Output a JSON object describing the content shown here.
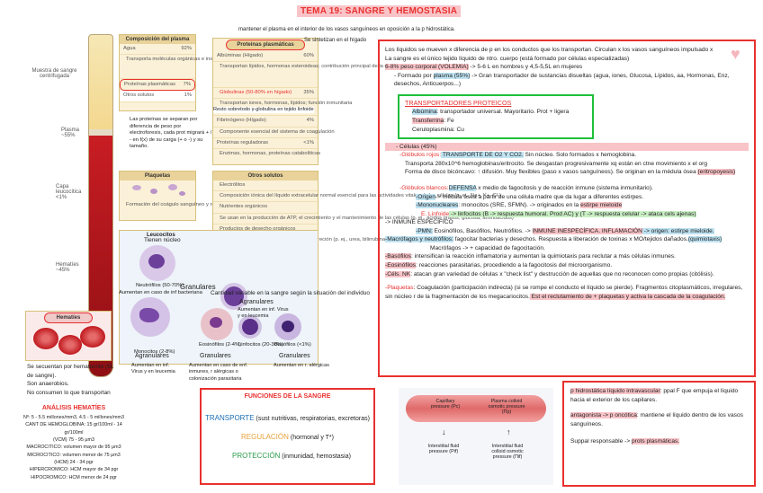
{
  "title": "TEMA 19: SANGRE Y HEMOSTASIA",
  "figure": {
    "tube_label": "Muestra de sangre centrifugada",
    "plasma_label": "Plasma ~55%",
    "capa_label": "Capa leucocítica <1%",
    "hematies_label": "Hematíes ~45%",
    "plasma_table": {
      "header": "Composición del plasma",
      "rows": [
        {
          "name": "Agua",
          "value": "92%"
        },
        {
          "name": "Transporta moléculas orgánicas e inorgánicas, células, plaquetas y calor",
          "value": ""
        },
        {
          "name": "Proteínas plasmáticas",
          "value": "7%"
        },
        {
          "name": "Otros solutos",
          "value": "1%"
        }
      ]
    },
    "proteins_table": {
      "header": "Proteínas plasmáticas",
      "rows": [
        {
          "name": "Albúminas (Hígado)",
          "value": "60%"
        },
        {
          "name": "Transportan lípidos, hormonas esteroideas; contribución principal de la concentración osmótica del plasma",
          "value": ""
        },
        {
          "name": "Globulinas (50-80% en hígado)",
          "value": "35%"
        },
        {
          "name": "Transportan iones, hormonas, lípidos; función inmunitaria",
          "value": ""
        },
        {
          "name": "Fibrinógeno (Hígado)",
          "value": "4%"
        },
        {
          "name": "Componente esencial del sistema de coagulación",
          "value": ""
        },
        {
          "name": "Proteínas reguladoras",
          "value": "<1%"
        },
        {
          "name": "Enzimas, hormonas, proteínas cataboliticas",
          "value": ""
        }
      ]
    },
    "plaquetas_box": {
      "header": "Plaquetas",
      "text": "Formación del coágulo sanguíneo y reparación tisular"
    },
    "otros_solutos": {
      "header": "Otros solutos",
      "rows": [
        "Electrólitos",
        "Composición iónica del líquido extracelular normal esencial para las actividades vitales de las células (p. ej., Na+, K+, Cl-)",
        "Nutrientes orgánicos",
        "Se usan en la producción de ATP, el crecimiento y el mantenimiento de las células (p. ej., ácidos grasos, glucosa, aminoácidos)",
        "Productos de desecho orgánicos",
        "Transportados hacia localizaciones de excreción (p. ej., urea, bilirrubina)"
      ]
    },
    "leucocitos": {
      "header": "Leucocitos",
      "neutrofilos": "Neutrófilos (50-70%)",
      "monocitos": "Monocitos (2-8%)",
      "eosinofilos": "Eosinófilos (2-4%)",
      "linfocitos": "Linfocitos (20-30%)",
      "basofilos": "Basófilos (<1%)"
    },
    "hematies_header": "Hematíes"
  },
  "annotations": {
    "mantener": "mantener el plasma en el interior de los vasos sanguíneos en oposición a la p hidrostática.",
    "se_sinte": "Se sintetizan en el hígado",
    "resta": "Resto sobretodo γ-globulina en tejido linfoide",
    "separan": "Las proteínas se separan por diferencia de peso por electroforesis, cada prot migrará + / - en f(x) de su carga (+ o -) y su tamaño.",
    "tienen_nucleo": "Tienen núcleo",
    "granulares_1": "Granulares",
    "aumentan_bacterias": "Aumentan en caso de inf bacteriana",
    "cantidad": "Cantidad variable en la sangre según la situación del individuo",
    "agranulares_1": "Agranulares",
    "aumentan_virus": "Aumentan en inf. Virus y en leucemia",
    "agranulares_2": "Agranulares",
    "aumentan_inf": "Aumentan en inf. Virus y en leucemia",
    "granulares_2": "Granulares",
    "aumentan_casos": "Aumentan en caso de enf. inmunes, r alérgicas o colonización parasitaria",
    "granulares_3": "Granulares",
    "aumentan_alergicas": "Aumentan en r. alérgicas",
    "secuenta": "Se secuentan por hematocrito (5L de sangre).",
    "anaerobios": "Son anaerobios.",
    "no_consumen": "No consumen lo que transportan"
  },
  "analisis": {
    "title": "ANÁLISIS HEMATÍES",
    "lines": [
      "Nº: 5 - 5.5 millones/mm3, 4.5 - 5 millones/mm3",
      "CANT DE HEMOGLOBINA: 15 gr/100ml - 14 gr/100ml",
      "(VCM) 75 - 95 μm3",
      "MACROCITICO: volumen mayor de 95 μm3",
      "MICROCITICO: volumen menor de 75 μm3",
      "(HCM) 24 - 34 pgr",
      "HIPERCROMICO: HCM mayor de 34 pgr",
      "HIPOCROMICO: HCM menor de 24 pgr"
    ]
  },
  "funciones": {
    "title": "FUNCIONES DE LA SANGRE",
    "transporte": "TRANSPORTE",
    "transporte_desc": "(sust nutritivas, respiratorias, excretoras)",
    "regulacion": "REGULACIÓN",
    "regulacion_desc": "(hormonal y T*)",
    "proteccion": "PROTECCIÓN",
    "proteccion_desc": "(inmunidad, hemostasia)"
  },
  "main": {
    "p1": "Los líquidos se mueven x diferencia de p en los conductos que los transportan. Circulan x los vasos sanguíneos impulsado x",
    "p2": "La sangre es el único tejido líquido de ntro. cuerpo (está formado por células especializadas)",
    "vol": "6-8% peso corporal (VOLEMIA)",
    "vol_rest": " -> 5-6 L en hombres y 4,5-5,5L en mujeres",
    "plasma_intro": "- Formado por ",
    "plasma_hl": "plasma (55%)",
    "plasma_rest": " -> Gran transportador de sustancias disueltas (agua, iones, Glucosa, Lípidos, aa, Hormonas, Enz, desechos, Anticuerpos...)",
    "transportadores_title": "TRANSPORTADORES PROTEICOS",
    "albumina": "Albúmina",
    "albumina_rest": ": transportador universal. Mayoritario. Prot + ligera",
    "transferrina": "Transferrina",
    "transferrina_rest": ": Fe",
    "ceruloplasmina": "Ceruloplasmina: Cu",
    "celulas": "- Células (45%)",
    "globulos_rojos": "-Glóbulos rojos:",
    "globulos_rojos_rest": " TRANSPORTE DE O2 Y CO2.",
    "gr_nucleo": " Sin núcleo. Solo formados x hemoglobina.",
    "gr_line2": "Transporta 280x10^6 hemoglobinas/eritrocito. Se desgastan progresivamente xq están en ctne movimiento x el org",
    "gr_line3": "Forma de disco bicóncavo: ↑ difusión. Muy flexibles (paso x vasos sanguíneos). Se originan en la médula ósea",
    "eritropoyesis": "(eritropoyesis)",
    "globulos_blancos": "-Glóbulos blancos:",
    "defensa": "DEFENSA",
    "gb_rest": " x medio de fagocitosis y de reacción inmune (sistema inmunitario).",
    "origen": "-Origen",
    "origen_rest": "-> médula ósea a partir de una célula madre que da lugar a diferentes estirpes.",
    "mononucleares": "-Mononucleares",
    "mono_rest": ": monocitos (SRE, SFMN). -> originados en la ",
    "estirpe_mieloide": "estirpe mieloide",
    "linfoide": "E. Linfoide",
    "linfoide_rest": " -> linfocitos (B -> respuesta humoral. Prod AC) y (T -> respuesta celular -> ataca cels ajenas)",
    "inmune_especifico": "-> INMUNE ESPECÍFICO",
    "pmn": "-PMN:",
    "pmn_rest": " Eosinófilos, Basófilos, Neutrófilos. -> ",
    "inmune_inespecifica": "INMUNE INESPECÍFICA. INFLAMACIÓN",
    "origen_mieloide": " -> origen: estirpe mieloide.",
    "macrofagos": "-Macrófagos y neutrófilos:",
    "macro_rest": " fagocitar bacterias y desechos. Respuesta a liberación de toxinas x MO/tejidos dañados.",
    "quimiotaxis": "(quimiotaxis)",
    "macro2": "Macrófagos -> + capacidad de fagocitación.",
    "basofilos": "-Basófilos",
    "basofilos_rest": ": intensifican la reacción inflamatoria y aumentan la quimiotaxis para reclutar a más células inmunes.",
    "eosinofilos": "-Eosinófilos",
    "eosinofilos_rest": ": reacciones parasitarias, procediendo a la fagocitosis del microorganismo.",
    "cels_nk": "-Céls. NK",
    "nk_rest": ": atacan gran variedad de células x \"check list\" y destrucción de aquellas que no reconocen como propias (citólisis).",
    "plaquetas": "-Plaquetas",
    "plaquetas_rest": ": Coagulación (participación indirecta) (si se rompe el conducto el líquido se pierde). Fragmentos citoplasmáticos, irregulares, sin núcleo r de la fragmentación de los megacariocitos.",
    "plaquetas_hl": " Est el reclutamiento de + plaquetas y activa la cascada de la coagulación."
  },
  "capillary": {
    "capillary_pressure": "Capillary pressure (Pc)",
    "plasma_colloid": "Plasma colloid osmotic pressure (Πp)",
    "interstitial_fluid": "Interstitial fluid pressure (Pif)",
    "interstitial_colloid": "Interstitial fluid colloid osmotic pressure (Πif)"
  },
  "right_notes": {
    "hidrostatica": "p hidrostática líquido intravascular",
    "hidro_rest": ": ppal F que empuja el líquido hacia el exterior de los capilares.",
    "antagonista": "antagonista -> p oncótica",
    "antag_rest": ": mantiene el líquido dentro de los vasos sanguíneos.",
    "suppal": "Suppal responsable -> ",
    "prots": "prots plasmáticas."
  },
  "colors": {
    "accent_red": "#e8312f",
    "green_box": "#1fbf3b",
    "highlight_pink": "#f9c4c8",
    "highlight_blue": "#bfe3f2"
  }
}
